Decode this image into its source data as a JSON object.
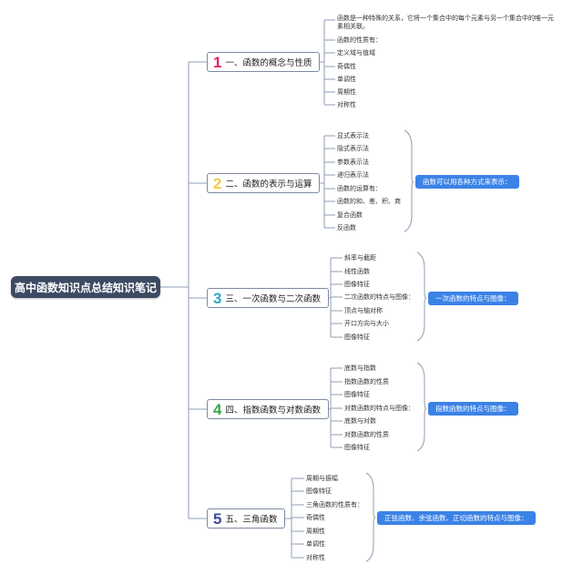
{
  "root": {
    "label": "高中函数知识点总结知识笔记"
  },
  "colors": {
    "connector": "#8f9db5",
    "summary_bg": "#3b82e6",
    "num_1": "#e5215f",
    "num_2": "#f2c94c",
    "num_3": "#2fa7c7",
    "num_4": "#3aa64a",
    "num_5": "#3a4a9a"
  },
  "branches": [
    {
      "num": "1",
      "label": "一、函数的概念与性质",
      "leaves": [
        "函数是一种特殊的关系，它将一个集合中的每个元素与另一个集合中的唯一元素相关联。",
        "函数的性质有：",
        "定义域与值域",
        "奇偶性",
        "单调性",
        "周期性",
        "对称性"
      ]
    },
    {
      "num": "2",
      "label": "二、函数的表示与运算",
      "leaves": [
        "显式表示法",
        "隐式表示法",
        "参数表示法",
        "递归表示法",
        "函数的运算有：",
        "函数的和、差、积、商",
        "复合函数",
        "反函数"
      ],
      "summary": "函数可以用各种方式来表示："
    },
    {
      "num": "3",
      "label": "三、一次函数与二次函数",
      "leaves": [
        "斜率与截距",
        "线性函数",
        "图像特征",
        "二次函数的特点与图像：",
        "顶点与轴对称",
        "开口方向与大小",
        "图像特征"
      ],
      "summary": "一次函数的特点与图像："
    },
    {
      "num": "4",
      "label": "四、指数函数与对数函数",
      "leaves": [
        "底数与指数",
        "指数函数的性质",
        "图像特征",
        "对数函数的特点与图像：",
        "底数与对数",
        "对数函数的性质",
        "图像特征"
      ],
      "summary": "指数函数的特点与图像："
    },
    {
      "num": "5",
      "label": "五、三角函数",
      "leaves": [
        "周期与振幅",
        "图像特征",
        "三角函数的性质有：",
        "奇偶性",
        "周期性",
        "单调性",
        "对称性"
      ],
      "summary": "正弦函数、余弦函数、正切函数的特点与图像："
    }
  ]
}
